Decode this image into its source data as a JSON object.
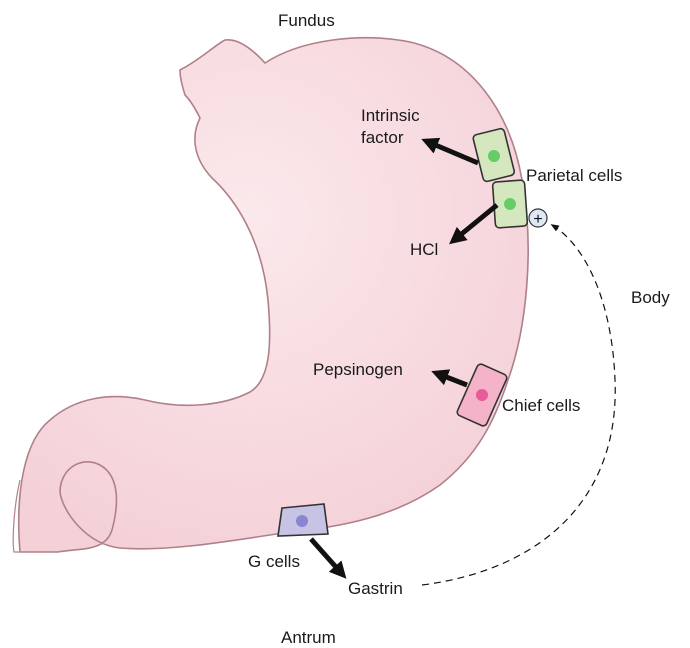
{
  "regions": {
    "fundus": "Fundus",
    "body": "Body",
    "antrum": "Antrum"
  },
  "cells": {
    "parietal": "Parietal cells",
    "chief": "Chief cells",
    "g": "G cells"
  },
  "secretions": {
    "intrinsic_factor_line1": "Intrinsic",
    "intrinsic_factor_line2": "factor",
    "hcl": "HCl",
    "pepsinogen": "Pepsinogen",
    "gastrin": "Gastrin"
  },
  "feedback": {
    "symbol": "+"
  },
  "colors": {
    "stomach_fill": "#f7d7dc",
    "stomach_outline": "#b0808a",
    "parietal_cell": "#d5e7bf",
    "parietal_nucleus": "#66cc66",
    "chief_cell": "#f4b3c8",
    "chief_nucleus": "#e85a98",
    "g_cell": "#c7c3e4",
    "g_nucleus": "#8a85d2",
    "plus_circle": "#dde8f4"
  }
}
